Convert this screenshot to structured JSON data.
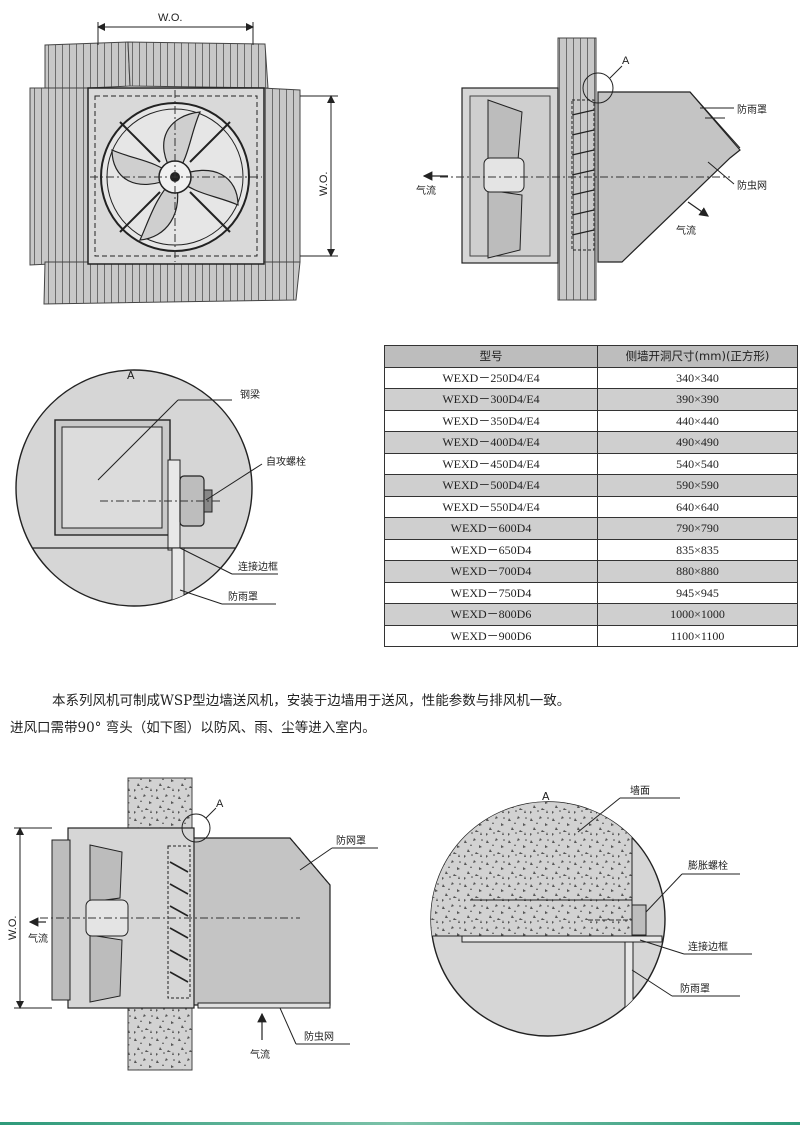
{
  "figures": {
    "front_view": {
      "dim_top": "W.O.",
      "dim_side": "W.O."
    },
    "side_view": {
      "detail_marker": "A",
      "rain_cover": "防雨罩",
      "insect_net": "防虫网",
      "airflow_in": "气流",
      "airflow_out": "气流"
    },
    "detail_a_beam": {
      "title": "A",
      "steel_beam": "钢梁",
      "tapping_bolt": "自攻螺栓",
      "connecting_frame": "连接边框",
      "rain_cover": "防雨罩"
    },
    "side_supply_view": {
      "detail_marker": "A",
      "dim_side": "W.O.",
      "mesh_cover": "防网罩",
      "airflow_left": "气流",
      "airflow_bottom": "气流",
      "insect_net": "防虫网"
    },
    "detail_a_wall": {
      "title": "A",
      "wall_surface": "墙面",
      "expansion_bolt": "膨胀螺栓",
      "connecting_frame": "连接边框",
      "rain_cover": "防雨罩"
    }
  },
  "spec_table": {
    "headers": [
      "型号",
      "侧墙开洞尺寸(mm)(正方形)"
    ],
    "rows": [
      {
        "model": "WEXD－250D4/E4",
        "size": "340×340",
        "shaded": false
      },
      {
        "model": "WEXD－300D4/E4",
        "size": "390×390",
        "shaded": true
      },
      {
        "model": "WEXD－350D4/E4",
        "size": "440×440",
        "shaded": false
      },
      {
        "model": "WEXD－400D4/E4",
        "size": "490×490",
        "shaded": true
      },
      {
        "model": "WEXD－450D4/E4",
        "size": "540×540",
        "shaded": false
      },
      {
        "model": "WEXD－500D4/E4",
        "size": "590×590",
        "shaded": true
      },
      {
        "model": "WEXD－550D4/E4",
        "size": "640×640",
        "shaded": false
      },
      {
        "model": "WEXD－600D4",
        "size": "790×790",
        "shaded": true
      },
      {
        "model": "WEXD－650D4",
        "size": "835×835",
        "shaded": false
      },
      {
        "model": "WEXD－700D4",
        "size": "880×880",
        "shaded": true
      },
      {
        "model": "WEXD－750D4",
        "size": "945×945",
        "shaded": false
      },
      {
        "model": "WEXD－800D6",
        "size": "1000×1000",
        "shaded": true
      },
      {
        "model": "WEXD－900D6",
        "size": "1100×1100",
        "shaded": false
      }
    ]
  },
  "description": {
    "line1": "本系列风机可制成WSP型边墙送风机，安装于边墙用于送风，性能参数与排风机一致。",
    "line2": "进风口需带90° 弯头（如下图）以防风、雨、尘等进入室内。"
  }
}
